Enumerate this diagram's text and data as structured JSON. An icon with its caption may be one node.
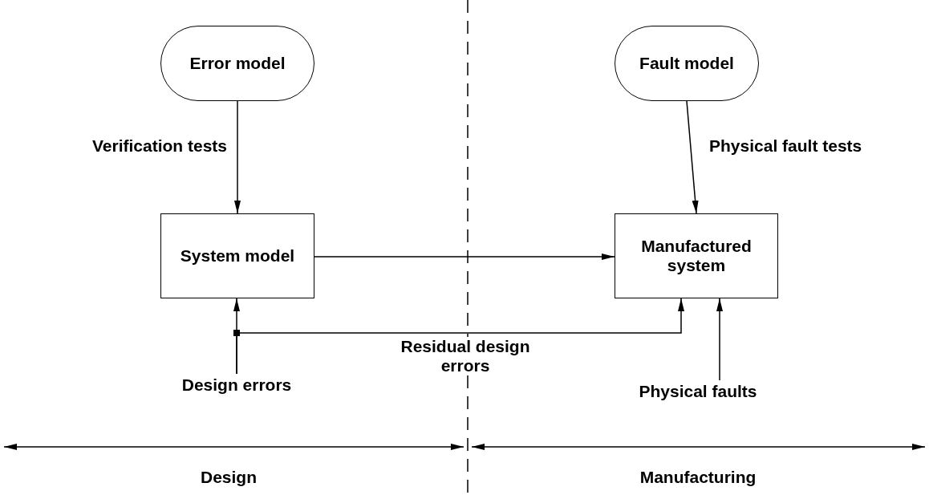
{
  "diagram": {
    "nodes": [
      {
        "text": [
          "Error model"
        ]
      },
      {
        "text": [
          "Fault model"
        ]
      },
      {
        "text": [
          "System model"
        ]
      },
      {
        "text": [
          "Manufactured system"
        ]
      },
      {
        "text": [
          "Design errors"
        ]
      },
      {
        "text": [
          "Physical faults"
        ]
      }
    ],
    "edges": [
      {
        "from": 0,
        "to": 2,
        "arrow": "to",
        "label": "Verification tests"
      },
      {
        "from": 1,
        "to": 3,
        "arrow": "to",
        "label": "Physical fault tests"
      },
      {
        "from": 2,
        "to": 3,
        "arrow": "to"
      },
      {
        "from": 4,
        "to": 2,
        "arrow": "to"
      },
      {
        "from": 4,
        "to": 3,
        "arrow": "to",
        "label": "Residual design errors"
      },
      {
        "from": 5,
        "to": 3,
        "arrow": "to"
      }
    ],
    "labels": [
      "Design",
      "Manufacturing"
    ]
  }
}
